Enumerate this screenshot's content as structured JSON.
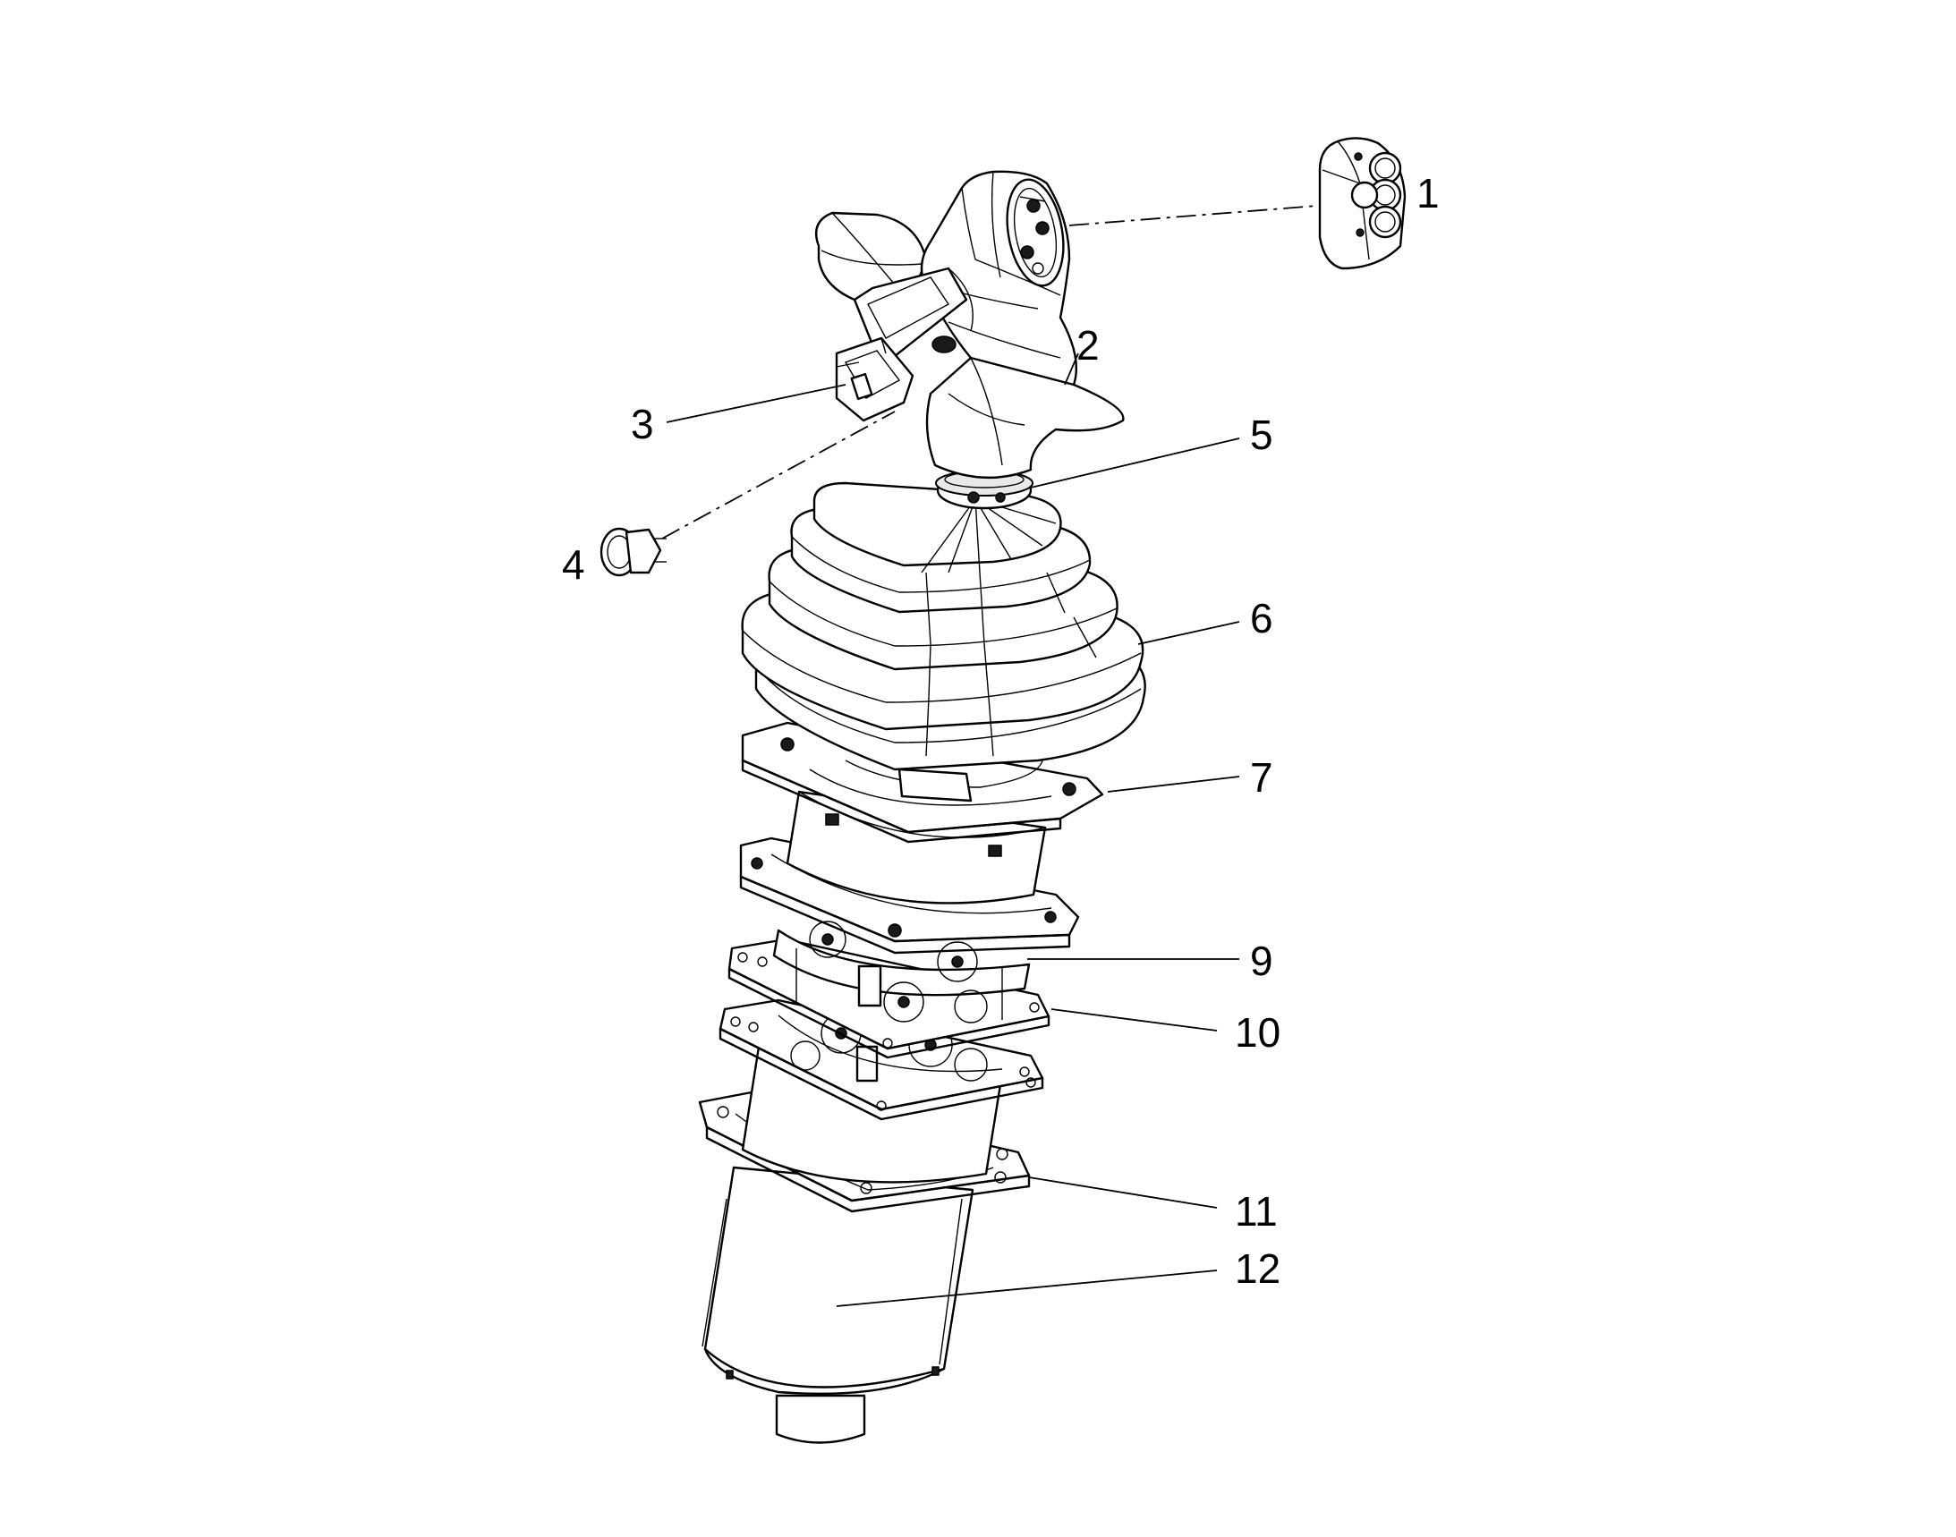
{
  "diagram": {
    "callouts": [
      {
        "id": "c1",
        "label": "1"
      },
      {
        "id": "c2",
        "label": "2"
      },
      {
        "id": "c3",
        "label": "3"
      },
      {
        "id": "c4",
        "label": "4"
      },
      {
        "id": "c5",
        "label": "5"
      },
      {
        "id": "c6",
        "label": "6"
      },
      {
        "id": "c7",
        "label": "7"
      },
      {
        "id": "c9",
        "label": "9"
      },
      {
        "id": "c10",
        "label": "10"
      },
      {
        "id": "c11",
        "label": "11"
      },
      {
        "id": "c12",
        "label": "12"
      }
    ],
    "colors": {
      "line": "#000000",
      "background": "#ffffff"
    }
  }
}
